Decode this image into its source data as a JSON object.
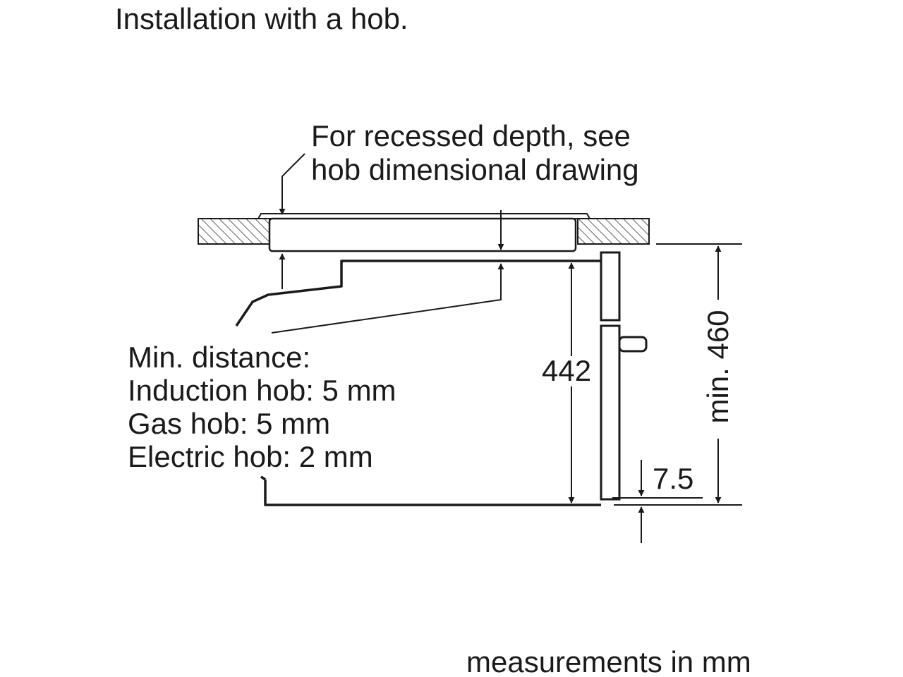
{
  "title": "Installation with a hob.",
  "recess_note": {
    "line1": "For recessed depth, see",
    "line2": "hob dimensional drawing"
  },
  "min_distance": {
    "heading": "Min. distance:",
    "induction": "Induction hob: 5 mm",
    "gas": "Gas hob: 5 mm",
    "electric": "Electric hob: 2 mm"
  },
  "dimensions": {
    "oven_height": "442",
    "bottom_offset": "7.5",
    "niche_height": "min. 460"
  },
  "units_note": "measurements in mm",
  "colors": {
    "line": "#1a1a1a",
    "background": "#ffffff"
  }
}
